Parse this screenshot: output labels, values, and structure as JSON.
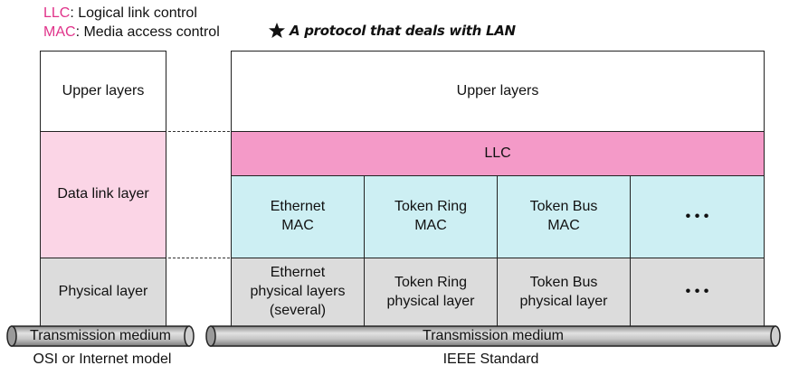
{
  "legend": {
    "llc_abbr": "LLC",
    "llc_text": ": Logical link control",
    "mac_abbr": "MAC",
    "mac_text": ": Media access control"
  },
  "handwritten_note": "A protocol that deals with LAN",
  "osi": {
    "upper": "Upper layers",
    "data_link": "Data link layer",
    "physical": "Physical layer",
    "medium": "Transmission medium",
    "caption": "OSI or Internet model"
  },
  "ieee": {
    "upper": "Upper layers",
    "llc": "LLC",
    "mac": [
      "Ethernet\nMAC",
      "Token Ring\nMAC",
      "Token Bus\nMAC",
      "• • •"
    ],
    "physical": [
      "Ethernet\nphysical layers\n(several)",
      "Token Ring\nphysical layer",
      "Token Bus\nphysical layer",
      "• • •"
    ],
    "medium": "Transmission medium",
    "caption": "IEEE Standard"
  },
  "colors": {
    "llc_fill": "#f49ac8",
    "data_link_fill": "#fbd5e6",
    "mac_fill": "#cdeff3",
    "physical_fill": "#dcdcdc",
    "legend_abbr": "#e0338a"
  }
}
